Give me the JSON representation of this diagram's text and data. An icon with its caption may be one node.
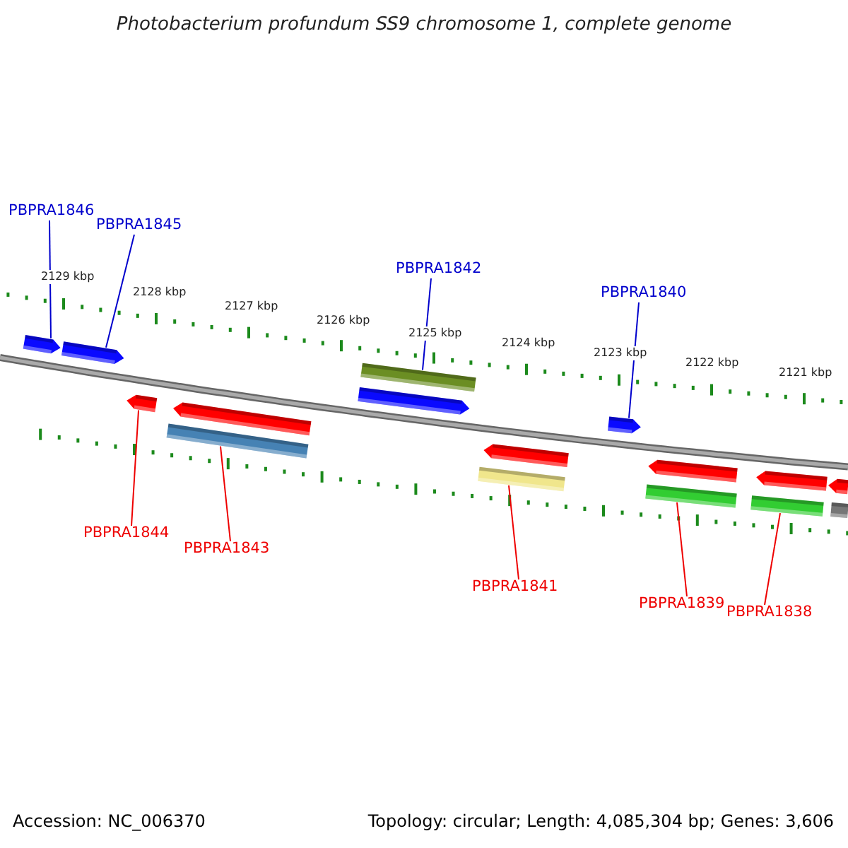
{
  "diagram": {
    "title": "Photobacterium profundum SS9 chromosome 1, complete genome",
    "nodes": [
      {
        "text": [
          "PBPRA1846"
        ]
      },
      {
        "text": [
          "PBPRA1845"
        ]
      },
      {
        "text": [
          "PBPRA1842"
        ]
      },
      {
        "text": [
          "PBPRA1840"
        ]
      },
      {
        "text": [
          "PBPRA1844"
        ]
      },
      {
        "text": [
          "PBPRA1843"
        ]
      },
      {
        "text": [
          "PBPRA1841"
        ]
      },
      {
        "text": [
          "PBPRA1839"
        ]
      },
      {
        "text": [
          "PBPRA1838"
        ]
      },
      {
        "text": [],
        "shape": "arrow"
      },
      {
        "text": [],
        "shape": "arrow"
      },
      {
        "text": [],
        "shape": "arrow"
      },
      {
        "text": [],
        "shape": "bar"
      },
      {
        "text": [],
        "shape": "arrow"
      },
      {
        "text": [],
        "shape": "arrow"
      },
      {
        "text": [],
        "shape": "bar"
      },
      {
        "text": [],
        "shape": "bar"
      },
      {
        "text": [],
        "shape": "arrow"
      },
      {
        "text": [],
        "shape": "arrow"
      },
      {
        "text": [],
        "shape": "bar"
      },
      {
        "text": [],
        "shape": "arrow"
      },
      {
        "text": [],
        "shape": "bar"
      },
      {
        "text": [],
        "shape": "arrow"
      },
      {
        "text": [],
        "shape": "arrow"
      },
      {
        "text": [],
        "shape": "bar"
      }
    ],
    "edges": [
      {
        "from": 0,
        "to": 9,
        "arrow": "none",
        "color": "#0000cc"
      },
      {
        "from": 1,
        "to": 10,
        "arrow": "none",
        "color": "#0000cc"
      },
      {
        "from": 2,
        "to": 15,
        "arrow": "none",
        "color": "#0000cc"
      },
      {
        "from": 3,
        "to": 18,
        "arrow": "none",
        "color": "#0000cc"
      },
      {
        "from": 4,
        "to": 11,
        "arrow": "none"
      },
      {
        "from": 5,
        "to": 12,
        "arrow": "none"
      },
      {
        "from": 6,
        "to": 16,
        "arrow": "none"
      },
      {
        "from": 7,
        "to": 19,
        "arrow": "none"
      },
      {
        "from": 8,
        "to": 21,
        "arrow": "none"
      }
    ],
    "labels": [
      "2129 kbp",
      "2128 kbp",
      "2127 kbp",
      "2126 kbp",
      "2125 kbp",
      "2124 kbp",
      "2123 kbp",
      "2122 kbp",
      "2121 kbp",
      "Accession: NC_006370",
      "Topology: circular; Length: 4,085,304 bp; Genes: 3,606"
    ]
  }
}
